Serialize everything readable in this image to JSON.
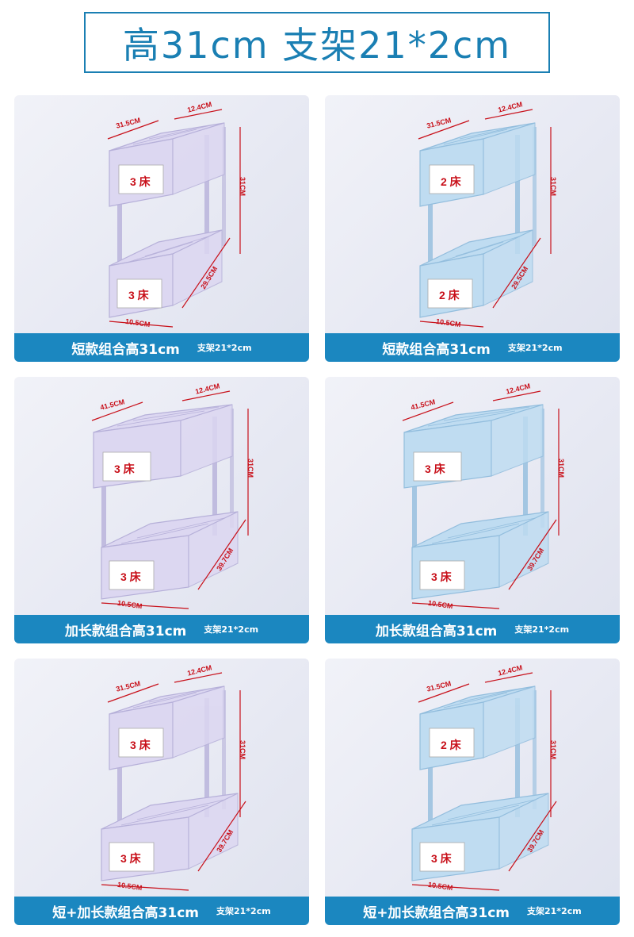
{
  "header": {
    "title": "高31cm 支架21*2cm"
  },
  "colors": {
    "accent": "#1b87c0",
    "dimension_red": "#c8101a",
    "purple_rack": "#d9d4f0",
    "blue_rack": "#bcd8ef"
  },
  "cards": [
    {
      "variant": "purple-short",
      "label": "短款组合高31cm",
      "sub": "支架21*2cm",
      "bed_top": "3 床",
      "bed_bottom": "3 床",
      "dims": {
        "length": "31.5CM",
        "width": "12.4CM",
        "height": "31CM",
        "diag": "29.5CM",
        "base": "10.5CM"
      }
    },
    {
      "variant": "blue-short",
      "label": "短款组合高31cm",
      "sub": "支架21*2cm",
      "bed_top": "2 床",
      "bed_bottom": "2 床",
      "dims": {
        "length": "31.5CM",
        "width": "12.4CM",
        "height": "31CM",
        "diag": "29.5CM",
        "base": "10.5CM"
      }
    },
    {
      "variant": "purple-long",
      "label": "加长款组合高31cm",
      "sub": "支架21*2cm",
      "bed_top": "3 床",
      "bed_bottom": "3 床",
      "dims": {
        "length": "41.5CM",
        "width": "12.4CM",
        "height": "31CM",
        "diag": "39.7CM",
        "base": "10.5CM"
      }
    },
    {
      "variant": "blue-long",
      "label": "加长款组合高31cm",
      "sub": "支架21*2cm",
      "bed_top": "3 床",
      "bed_bottom": "3 床",
      "dims": {
        "length": "41.5CM",
        "width": "12.4CM",
        "height": "31CM",
        "diag": "39.7CM",
        "base": "10.5CM"
      }
    },
    {
      "variant": "purple-mixed",
      "label": "短+加长款组合高31cm",
      "sub": "支架21*2cm",
      "bed_top": "3 床",
      "bed_bottom": "3 床",
      "dims": {
        "length": "31.5CM",
        "width": "12.4CM",
        "height": "31CM",
        "diag": "39.7CM",
        "base": "10.5CM"
      }
    },
    {
      "variant": "blue-mixed",
      "label": "短+加长款组合高31cm",
      "sub": "支架21*2cm",
      "bed_top": "2 床",
      "bed_bottom": "3 床",
      "dims": {
        "length": "31.5CM",
        "width": "12.4CM",
        "height": "31CM",
        "diag": "39.7CM",
        "base": "10.5CM"
      }
    }
  ]
}
